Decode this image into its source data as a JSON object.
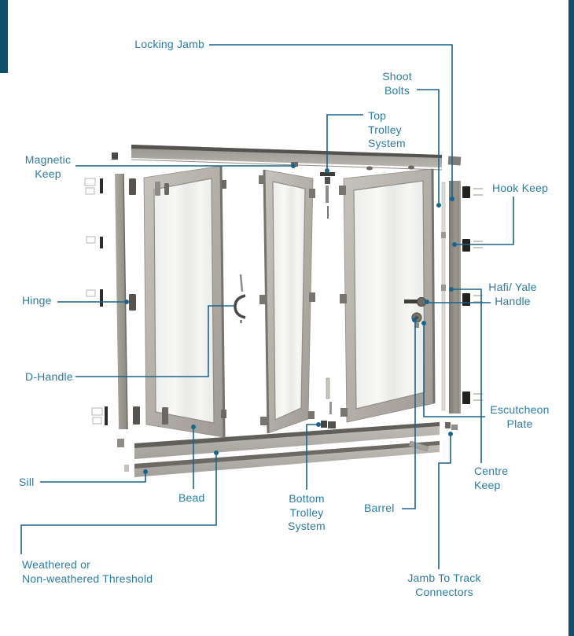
{
  "diagram_title": "bifold-door-exploded-parts-diagram",
  "colors": {
    "label_text": "#2a7ba6",
    "leader_line": "#1a648c",
    "edge_bar": "#114e6b",
    "frame_gray": "#aba79f",
    "glass": "#f3f4f2",
    "keep_black": "#23221f"
  },
  "labels": {
    "locking_jamb": "Locking Jamb",
    "shoot_bolts": [
      "Shoot",
      "Bolts"
    ],
    "top_trolley_system": [
      "Top",
      "Trolley",
      "System"
    ],
    "magnetic_keep": [
      "Magnetic",
      "Keep"
    ],
    "hook_keep": "Hook Keep",
    "hinge": "Hinge",
    "d_handle": "D-Handle",
    "hafi_yale_handle": [
      "Hafi/ Yale",
      "Handle"
    ],
    "escutcheon_plate": [
      "Escutcheon",
      "Plate"
    ],
    "sill": "Sill",
    "bead": "Bead",
    "bottom_trolley_system": [
      "Bottom",
      "Trolley",
      "System"
    ],
    "barrel": "Barrel",
    "centre_keep": [
      "Centre",
      "Keep"
    ],
    "weathered_threshold": [
      "Weathered or",
      "Non-weathered Threshold"
    ],
    "jamb_to_track_connectors": [
      "Jamb To Track",
      "Connectors"
    ]
  }
}
